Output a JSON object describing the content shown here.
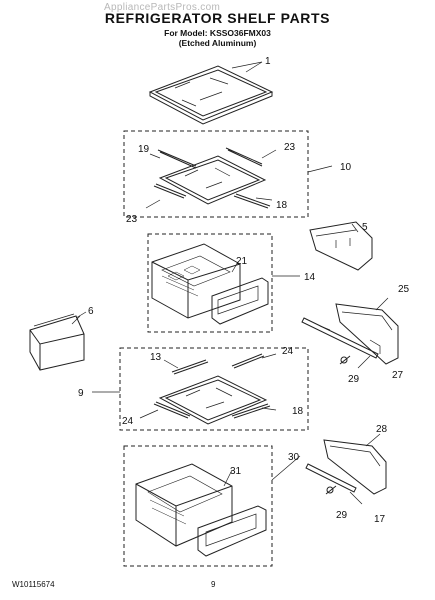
{
  "watermark": "AppliancePartsPros.com",
  "header": {
    "title": "REFRIGERATOR SHELF PARTS",
    "model_line": "For Model: KSSO36FMX03",
    "finish_line": "(Etched Aluminum)"
  },
  "callouts": {
    "c1": "1",
    "c19": "19",
    "c23a": "23",
    "c10": "10",
    "c23b": "23",
    "c18a": "18",
    "c5": "5",
    "c21": "21",
    "c14": "14",
    "c25": "25",
    "c6": "6",
    "c27": "27",
    "c29a": "29",
    "c13": "13",
    "c24a": "24",
    "c9": "9",
    "c24b": "24",
    "c18b": "18",
    "c28": "28",
    "c30": "30",
    "c31": "31",
    "c29b": "29",
    "c17": "17"
  },
  "footer": {
    "doc_number": "W10115674",
    "page_number": "9"
  }
}
